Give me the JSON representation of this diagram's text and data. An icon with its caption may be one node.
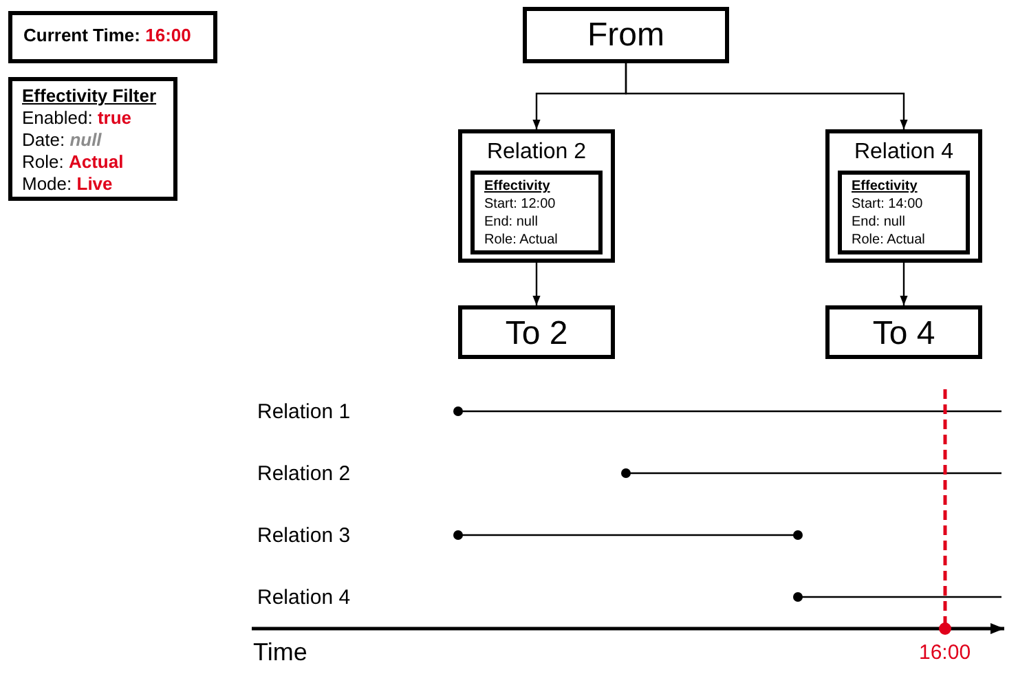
{
  "diagram": {
    "nodes": [
      {
        "text": [
          "Current Time: **16:00**"
        ]
      },
      {
        "text": [
          "Effectivity Filter",
          "Enabled: **true**",
          "Date: *null*",
          "Role: **Actual**",
          "Mode: **Live**"
        ]
      },
      {
        "text": [
          "From"
        ]
      },
      {
        "text": [
          "Relation 2"
        ]
      },
      {
        "text": [
          "Effectivity",
          "Start: 12:00",
          "End: null",
          "Role: Actual"
        ],
        "in": 3
      },
      {
        "text": [
          "Relation 4"
        ]
      },
      {
        "text": [
          "Effectivity",
          "Start: 14:00",
          "End: null",
          "Role: Actual"
        ],
        "in": 5
      },
      {
        "text": [
          "To 2"
        ]
      },
      {
        "text": [
          "To 4"
        ]
      }
    ],
    "edges": [
      {
        "from": 2,
        "to": 3,
        "arrow": "to"
      },
      {
        "from": 2,
        "to": 5,
        "arrow": "to"
      },
      {
        "from": 3,
        "to": 7,
        "arrow": "to"
      },
      {
        "from": 5,
        "to": 8,
        "arrow": "to"
      }
    ],
    "labels": [
      "Relation 1",
      "Relation 2",
      "Relation 3",
      "Relation 4",
      "Time",
      "16:00"
    ]
  }
}
